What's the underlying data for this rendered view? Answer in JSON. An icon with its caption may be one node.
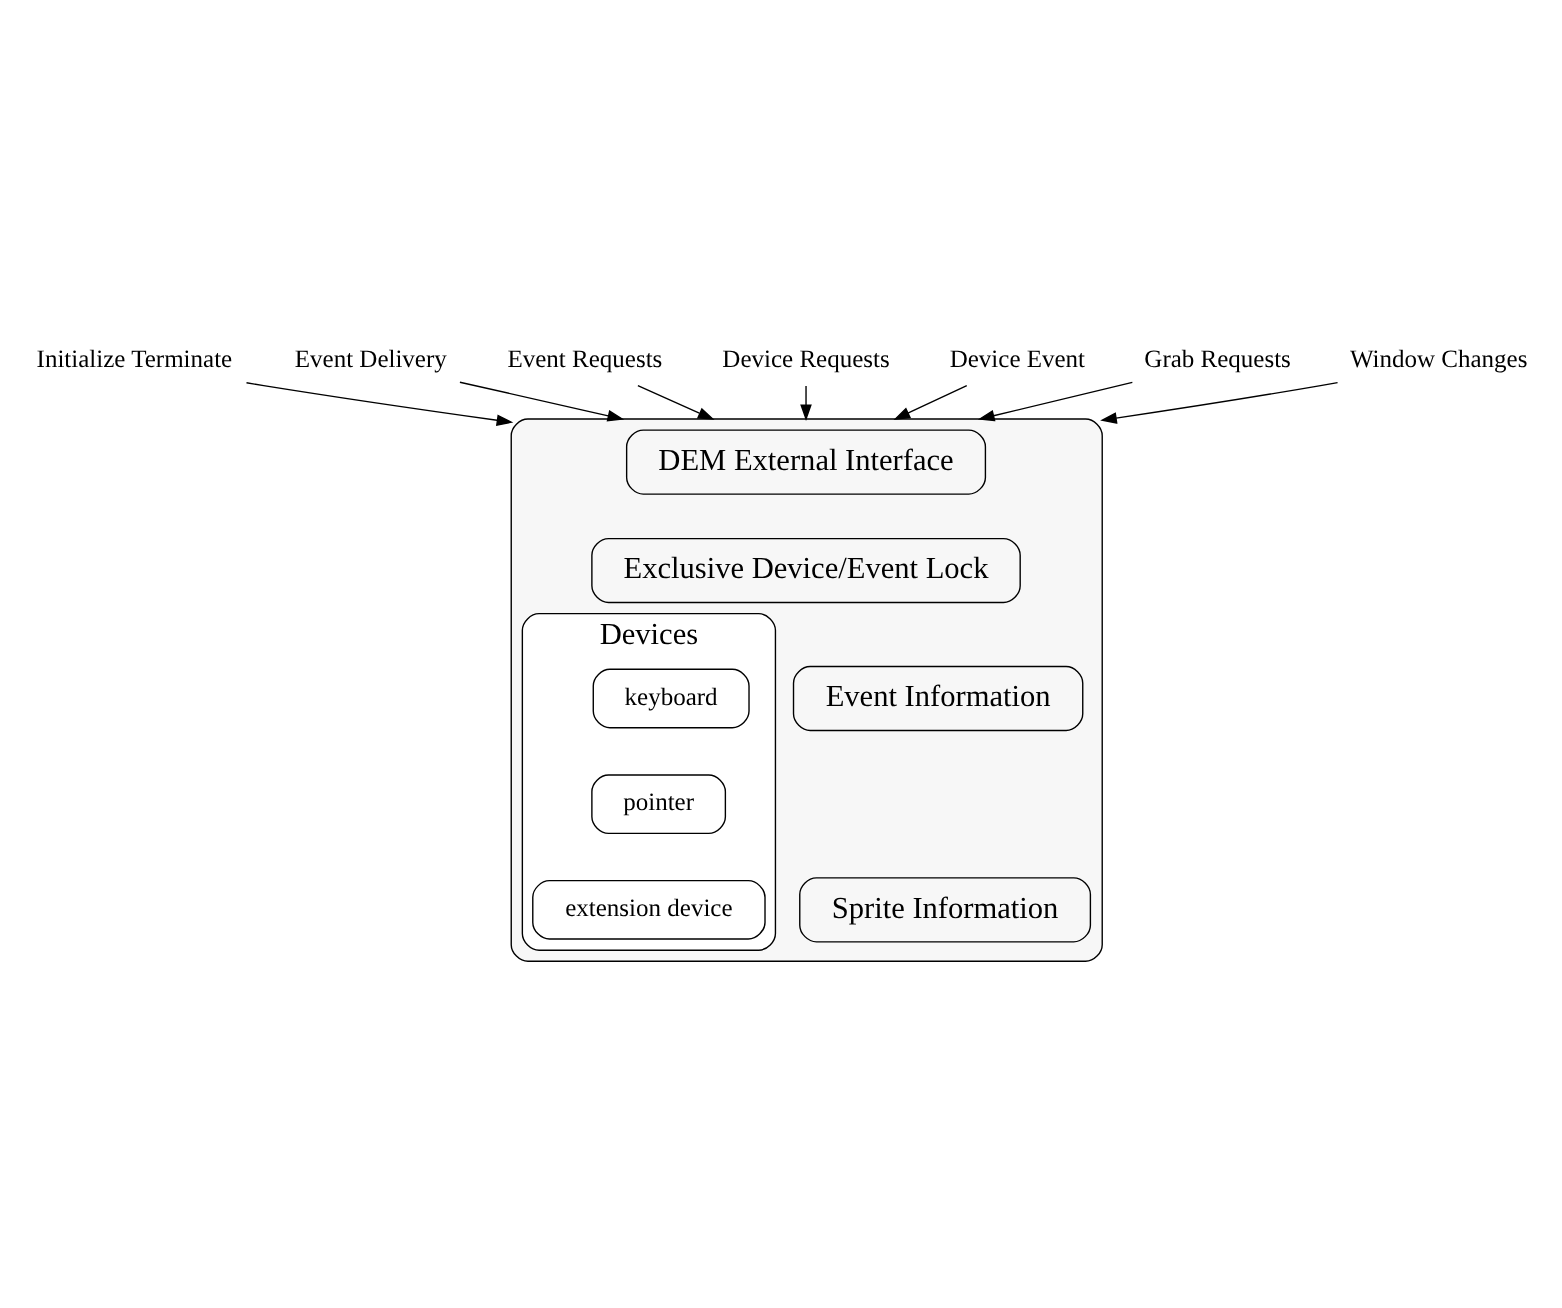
{
  "diagram": {
    "nodes": [
      {
        "text": [
          "Initialize Terminate"
        ]
      },
      {
        "text": [
          "Event Delivery"
        ]
      },
      {
        "text": [
          "Event Requests"
        ]
      },
      {
        "text": [
          "Device Requests"
        ]
      },
      {
        "text": [
          "Device Event"
        ]
      },
      {
        "text": [
          "Grab Requests"
        ]
      },
      {
        "text": [
          "Window Changes"
        ]
      },
      {
        "text": [],
        "shape": "box"
      },
      {
        "text": [
          "DEM External Interface"
        ],
        "in": 7
      },
      {
        "text": [
          "Exclusive Device/Event Lock"
        ],
        "in": 7
      },
      {
        "text": [
          "Devices"
        ],
        "in": 7
      },
      {
        "text": [
          "keyboard"
        ],
        "in": 10
      },
      {
        "text": [
          "pointer"
        ],
        "in": 10
      },
      {
        "text": [
          "extension device"
        ],
        "in": 10
      },
      {
        "text": [
          "Event Information"
        ],
        "in": 7
      },
      {
        "text": [
          "Sprite Information"
        ],
        "in": 7
      }
    ],
    "edges": [
      {
        "from": 0,
        "to": 7,
        "arrow": "to"
      },
      {
        "from": 1,
        "to": 7,
        "arrow": "to"
      },
      {
        "from": 2,
        "to": 7,
        "arrow": "to"
      },
      {
        "from": 3,
        "to": 7,
        "arrow": "to"
      },
      {
        "from": 4,
        "to": 7,
        "arrow": "to"
      },
      {
        "from": 5,
        "to": 7,
        "arrow": "to"
      },
      {
        "from": 6,
        "to": 7,
        "arrow": "to"
      }
    ]
  }
}
